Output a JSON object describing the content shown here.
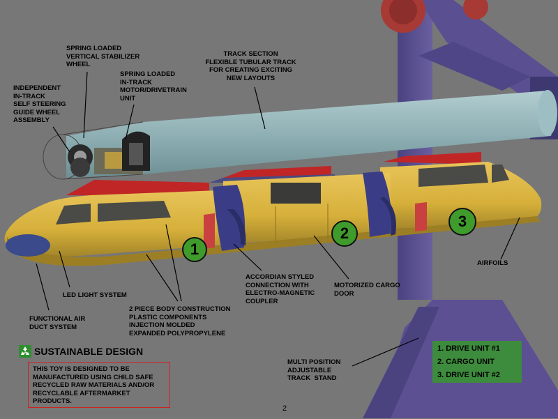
{
  "labels": {
    "stabilizer": [
      "SPRING LOADED",
      "VERTICAL STABILIZER",
      "WHEEL"
    ],
    "guide_wheel": [
      "INDEPENDENT",
      "IN-TRACK",
      "SELF STEERING",
      "GUIDE WHEEL",
      "ASSEMBLY"
    ],
    "motor": [
      "SPRING LOADED",
      "IN-TRACK",
      "MOTOR/DRIVETRAIN",
      "UNIT"
    ],
    "track": [
      "TRACK SECTION",
      "FLEXIBLE TUBULAR TRACK",
      "FOR CREATING EXCITING",
      "NEW LAYOUTS"
    ],
    "airfoils": [
      "AIRFOILS"
    ],
    "led": [
      "LED LIGHT SYSTEM"
    ],
    "accordian": [
      "ACCORDIAN STYLED",
      "CONNECTION WITH",
      "ELECTRO-MAGNETIC",
      "COUPLER"
    ],
    "cargo_door": [
      "MOTORIZED CARGO",
      "DOOR"
    ],
    "body": [
      "2 PIECE BODY CONSTRUCTION",
      "PLASTIC COMPONENTS",
      "INJECTION MOLDED",
      "EXPANDED POLYPROPYLENE"
    ],
    "air_duct": [
      "FUNCTIONAL AIR",
      "DUCT SYSTEM"
    ],
    "stand": [
      "MULTI POSITION",
      "ADJUSTABLE",
      "TRACK  STAND"
    ]
  },
  "units": [
    {
      "number": "1"
    },
    {
      "number": "2"
    },
    {
      "number": "3"
    }
  ],
  "sustainable": {
    "title": "SUSTAINABLE DESIGN",
    "icon": "recycle-icon",
    "text": [
      "THIS TOY IS DESIGNED TO BE",
      "MANUFACTURED USING CHILD SAFE",
      "RECYCLED RAW MATERIALS AND/OR",
      "RECYCLABLE AFTERMARKET",
      "PRODUCTS."
    ]
  },
  "legend": [
    "1. DRIVE UNIT #1",
    "2. CARGO UNIT",
    "3. DRIVE UNIT #2"
  ],
  "page_number": "2",
  "colors": {
    "background": "#777777",
    "tube": "#8aacb0",
    "body": "#d8b23a",
    "stand": "#5a4f90",
    "wheel": "#a83a36",
    "accordion": "#3a3d86",
    "badge": "#3f9b2c",
    "legend_bg": "#3d8b3d",
    "box_border": "#d02020"
  }
}
